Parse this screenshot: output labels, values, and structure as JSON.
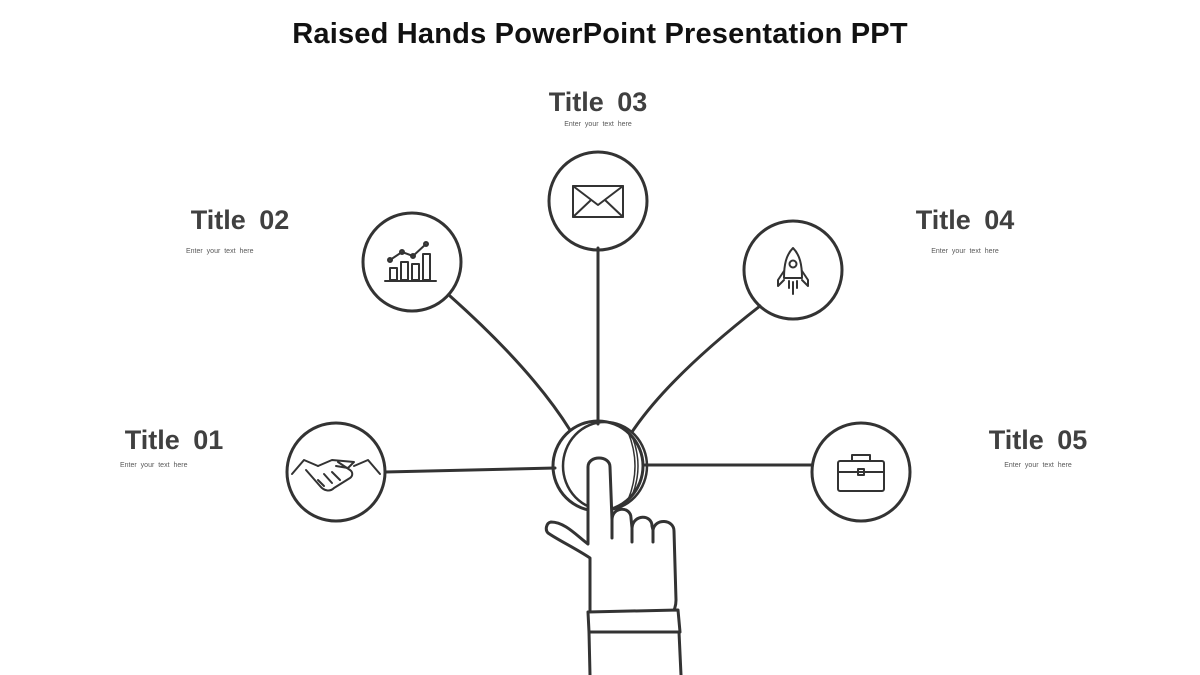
{
  "slide": {
    "title": "Raised Hands PowerPoint Presentation PPT"
  },
  "colors": {
    "stroke": "#333333",
    "heading": "#404040",
    "body": "#595959"
  },
  "items": [
    {
      "title": "Title  01",
      "text": "Enter  your text here",
      "icon": "handshake-icon"
    },
    {
      "title": "Title  02",
      "text": "Enter  your text here",
      "icon": "growth-chart-icon"
    },
    {
      "title": "Title  03",
      "text": "Enter  your text here",
      "icon": "envelope-icon"
    },
    {
      "title": "Title  04",
      "text": "Enter  your text here",
      "icon": "rocket-icon"
    },
    {
      "title": "Title  05",
      "text": "Enter  your text here",
      "icon": "briefcase-icon"
    }
  ]
}
